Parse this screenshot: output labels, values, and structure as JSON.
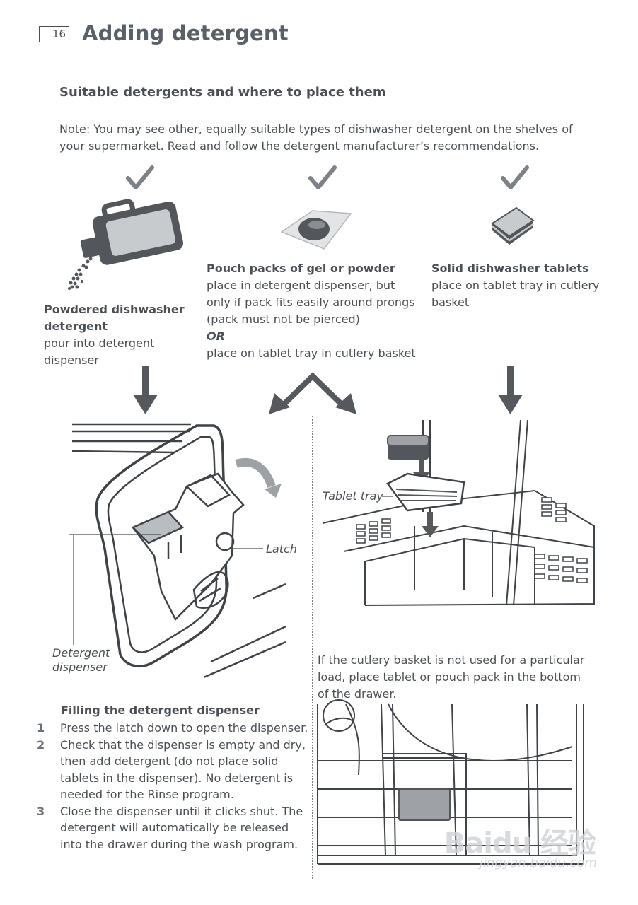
{
  "header": {
    "page_number": "16",
    "title": "Adding detergent"
  },
  "section": {
    "subtitle": "Suitable detergents and where to place them",
    "note": "Note: You may see other, equally suitable types of dishwasher detergent on the shelves of your supermarket. Read and follow the detergent manufacturer’s recommendations."
  },
  "detergents": {
    "powder": {
      "title_line1": "Powdered dishwasher",
      "title_line2": "detergent",
      "desc_line1": "pour into detergent",
      "desc_line2": "dispenser"
    },
    "pouch": {
      "title": "Pouch packs of gel or powder",
      "line1": "place in detergent dispenser, but",
      "line2": "only if pack fits easily around prongs",
      "line3": "(pack must not be pierced)",
      "or": "OR",
      "line4": "place on tablet tray in cutlery basket"
    },
    "tablet": {
      "title": "Solid dishwasher tablets",
      "line1": "place on tablet tray in cutlery",
      "line2": "basket"
    }
  },
  "illustrations": {
    "latch_label": "Latch",
    "dispenser_label_line1": "Detergent",
    "dispenser_label_line2": "dispenser",
    "tablet_tray_label": "Tablet tray",
    "no_basket_line1": "If the cutlery basket is not used for a particular",
    "no_basket_line2": "load, place tablet or pouch pack in the bottom",
    "no_basket_line3": "of the drawer."
  },
  "filling": {
    "title": "Filling the detergent dispenser",
    "steps": [
      {
        "num": "1",
        "line1": "Press the latch down to open the dispenser.",
        "line2": "",
        "line3": "",
        "line4": ""
      },
      {
        "num": "2",
        "line1": "Check that the dispenser is empty and dry,",
        "line2": "then add detergent (do not place solid",
        "line3": "tablets in the dispenser). No detergent is",
        "line4": "needed for the Rinse program."
      },
      {
        "num": "3",
        "line1": "Close the dispenser until it clicks shut. The",
        "line2": "detergent will automatically be released",
        "line3": "into the drawer during the wash program.",
        "line4": ""
      }
    ]
  },
  "watermark": {
    "brand": "Baidu 经验",
    "url": "jingyan.baidu.com"
  },
  "icons": [
    "checkmark-icon",
    "detergent-bottle-icon",
    "pouch-pack-icon",
    "tablet-icon",
    "down-arrow-icon",
    "split-arrow-icon"
  ],
  "colors": {
    "text": "#4a4f55",
    "check": "#7d8288",
    "arrow": "#55595e",
    "fill_dark": "#53575c",
    "fill_light": "#c8cbce"
  }
}
